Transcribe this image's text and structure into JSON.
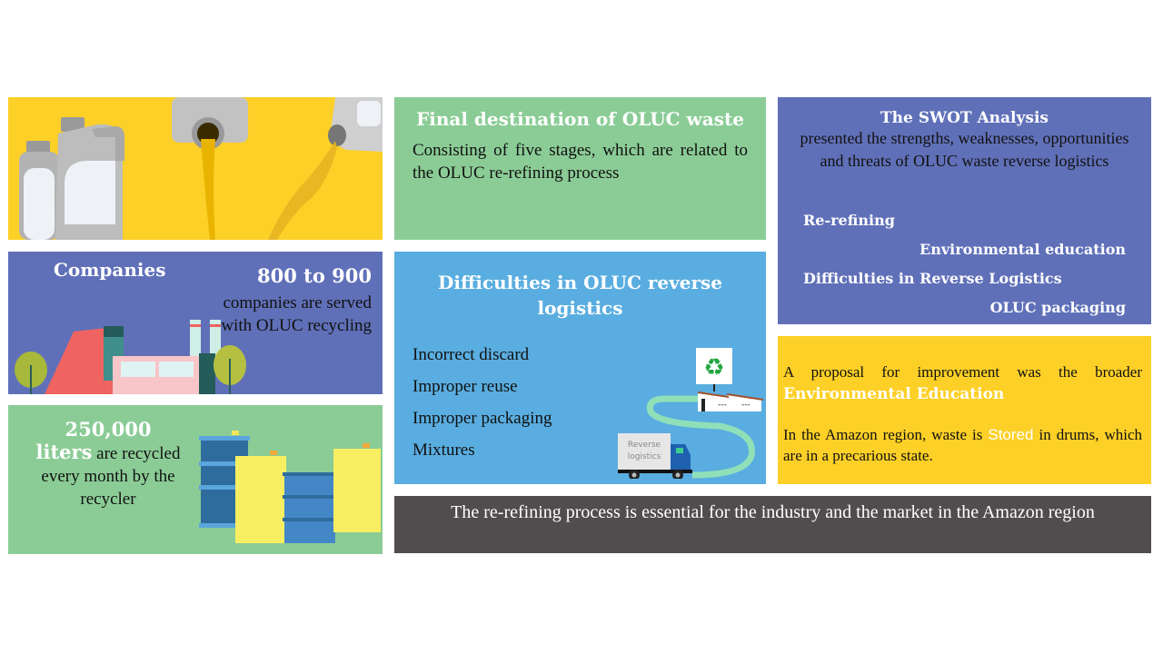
{
  "companies": {
    "title": "Companies",
    "stat": "800 to 900",
    "description": "companies are served with OLUC recycling"
  },
  "liters": {
    "amount": "250,000",
    "unit": "liters",
    "rest": "are recycled every month by the recycler"
  },
  "final_destination": {
    "title": "Final destination of OLUC waste",
    "body": "Consisting of five stages, which are related to the OLUC re-refining process"
  },
  "difficulties": {
    "title": "Difficulties in OLUC reverse logistics",
    "items": [
      "Incorrect discard",
      "Improper reuse",
      "Improper packaging",
      "Mixtures"
    ],
    "truck_label_1": "Reverse",
    "truck_label_2": "logistics"
  },
  "swot": {
    "title": "The SWOT Analysis",
    "description": "presented the strengths, weaknesses, opportunities and threats of OLUC waste reverse logistics",
    "items": [
      "Re-refining",
      "Environmental education",
      "Difficulties in Reverse Logistics",
      "OLUC packaging"
    ]
  },
  "proposal": {
    "intro": "A proposal for improvement was the broader",
    "highlight": "Environmental Education",
    "amazon_before": "In the Amazon region, waste is",
    "amazon_highlight": "Stored",
    "amazon_after": "in drums, which are in a precarious state."
  },
  "banner": {
    "text": "The re-refining process is essential for the industry and the market in the Amazon region"
  },
  "colors": {
    "yellow": "#fdd027",
    "green": "#8bcc96",
    "indigo": "#6070b8",
    "sky_blue": "#5aade0",
    "dark_gray": "#514d4e"
  }
}
